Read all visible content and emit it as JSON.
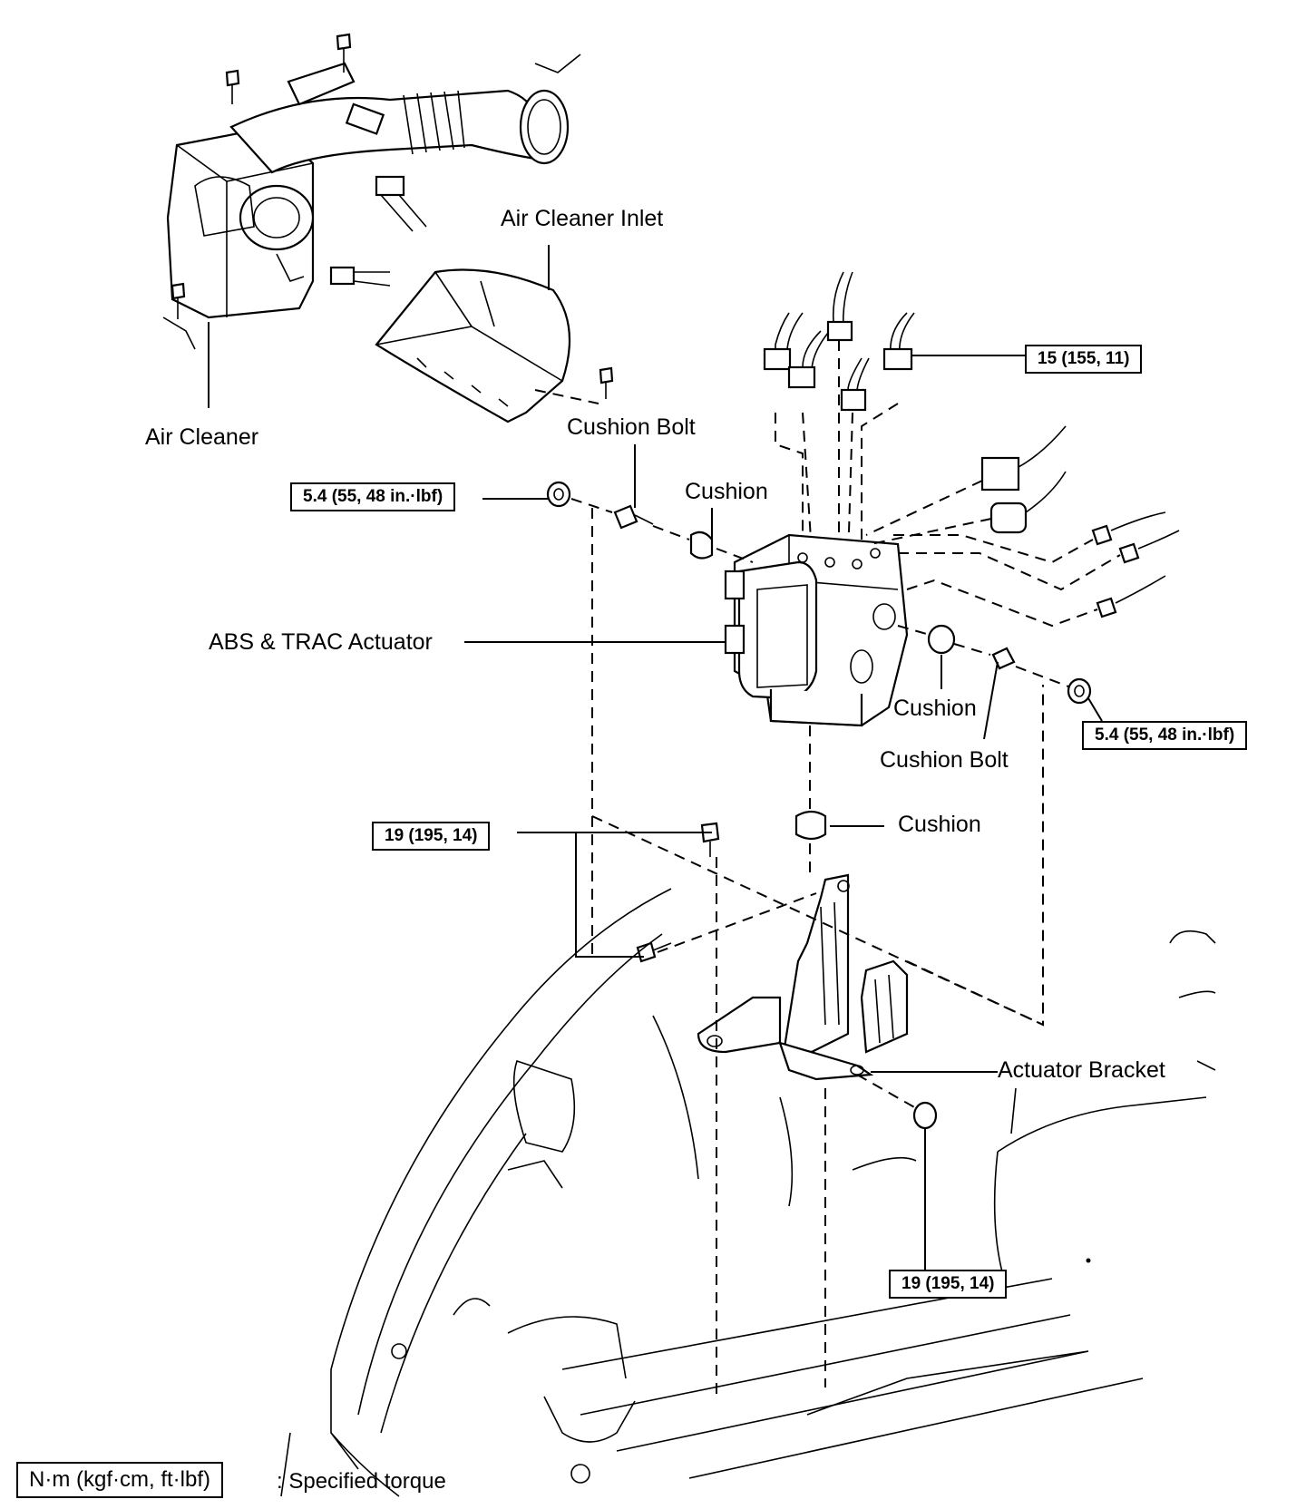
{
  "labels": {
    "air_cleaner_inlet": "Air Cleaner Inlet",
    "air_cleaner": "Air Cleaner",
    "cushion_bolt_upper": "Cushion Bolt",
    "cushion_upper_left": "Cushion",
    "abs_trac_actuator": "ABS & TRAC Actuator",
    "cushion_right": "Cushion",
    "cushion_bolt_lower": "Cushion Bolt",
    "cushion_lower": "Cushion",
    "actuator_bracket": "Actuator Bracket"
  },
  "torque": {
    "brake_lines": "15 (155, 11)",
    "nut_left": "5.4 (55, 48 in.·lbf)",
    "nut_right": "5.4 (55, 48 in.·lbf)",
    "bracket_bolts": "19 (195, 14)",
    "bracket_nut": "19 (195, 14)"
  },
  "legend": {
    "unit": "N·m (kgf·cm, ft·lbf)",
    "description": ": Specified torque"
  }
}
